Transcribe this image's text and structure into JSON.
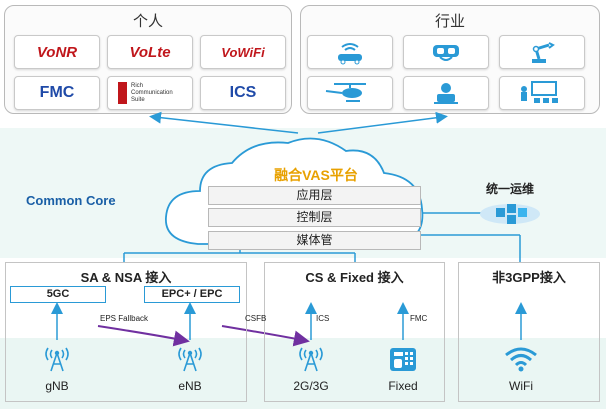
{
  "personal": {
    "title": "个人",
    "tiles": [
      {
        "icon": "vonr-logo",
        "text": "VoNR",
        "color": "#c0161b"
      },
      {
        "icon": "volte-logo",
        "text": "VoLte",
        "color": "#c0161b"
      },
      {
        "icon": "vowifi-logo",
        "text": "VoWiFi",
        "color": "#c0161b"
      },
      {
        "icon": "fmc-logo",
        "text": "FMC",
        "color": "#1f4aa8"
      },
      {
        "icon": "rcs-logo",
        "text": "Rich Communication Suite",
        "color": "#333333"
      },
      {
        "icon": "ics-logo",
        "text": "ICS",
        "color": "#1f4aa8"
      }
    ]
  },
  "industry": {
    "title": "行业",
    "icons": [
      "vehicle-connectivity-icon",
      "vr-headset-icon",
      "robot-arm-icon",
      "helicopter-icon",
      "train-operator-icon",
      "classroom-icon"
    ]
  },
  "core": {
    "label": "Common Core",
    "platform_title": "融合VAS平台",
    "layers": [
      "应用层",
      "控制层",
      "媒体管"
    ],
    "unified_ops": "统一运维"
  },
  "access": {
    "sa_nsa": {
      "title": "SA & NSA 接入",
      "boxes": [
        "5GC",
        "EPC+ / EPC"
      ],
      "fallback_label": "EPS Fallback",
      "nodes": [
        "gNB",
        "eNB"
      ]
    },
    "cs_fixed": {
      "title": "CS & Fixed 接入",
      "csfb_label": "CSFB",
      "ics_label": "ICS",
      "fmc_label": "FMC",
      "nodes": [
        "2G/3G",
        "Fixed"
      ]
    },
    "non3gpp": {
      "title": "非3GPP接入",
      "nodes": [
        "WiFi"
      ]
    }
  },
  "colors": {
    "accent_blue": "#2a9ad6",
    "core_label": "#1a5fa6",
    "platform_title": "#e8a100",
    "arrow_purple": "#7030a0"
  }
}
